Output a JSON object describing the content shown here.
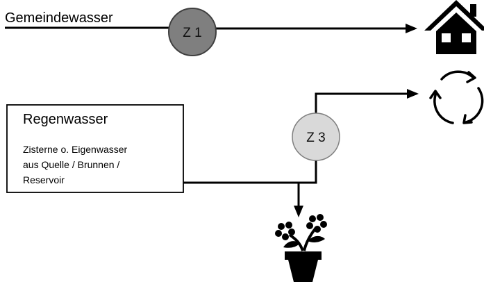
{
  "supply": {
    "municipal_label": "Gemeindewasser"
  },
  "meters": {
    "z1_label": "Z 1",
    "z3_label": "Z 3"
  },
  "rainwater_box": {
    "title": "Regenwasser",
    "line1": "Zisterne o. Eigenwasser",
    "line2": "aus Quelle / Brunnen /",
    "line3": "Reservoir"
  },
  "colors": {
    "line": "#000000",
    "z1_fill": "#7f7f7f",
    "z3_fill": "#d9d9d9",
    "circle_stroke": "#3f3f3f"
  },
  "icons": {
    "house": "house-icon",
    "cycle": "cycle-arrows-icon",
    "plant": "flower-pot-icon"
  }
}
